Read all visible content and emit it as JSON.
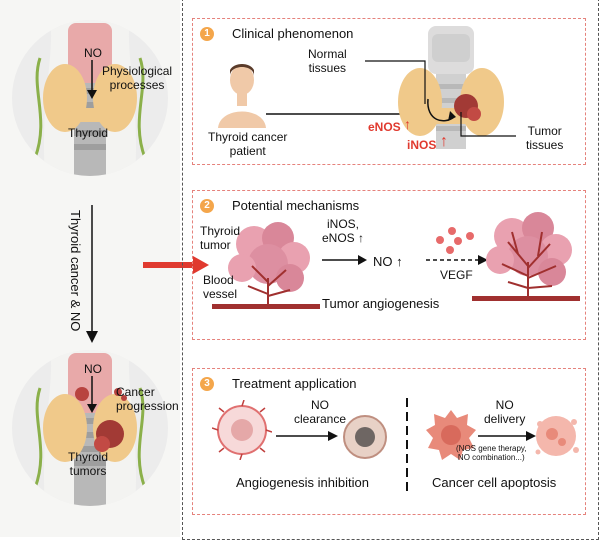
{
  "left": {
    "top_circle": {
      "no": "NO",
      "processes": "Physiological\nprocesses",
      "organ": "Thyroid"
    },
    "flow_label": "Thyroid cancer & NO",
    "bottom_circle": {
      "no": "NO",
      "progression": "Cancer\nprogression",
      "organ": "Thyroid\ntumors"
    }
  },
  "panel1": {
    "number": "1",
    "title": "Clinical phenomenon",
    "patient": "Thyroid cancer\npatient",
    "normal": "Normal\ntissues",
    "enos": "eNOS",
    "inos": "iNOS",
    "tumor": "Tumor\ntissues"
  },
  "panel2": {
    "number": "2",
    "title": "Potential mechanisms",
    "thyroid_tumor": "Thyroid\ntumor",
    "blood_vessel": "Blood\nvessel",
    "enzymes": "iNOS,\neNOS ↑",
    "no_up": "NO ↑",
    "vegf": "VEGF",
    "caption": "Tumor angiogenesis"
  },
  "panel3": {
    "number": "3",
    "title": "Treatment application",
    "clearance": "NO\nclearance",
    "inhibition": "Angiogenesis inhibition",
    "delivery": "NO\ndelivery",
    "delivery_note": "(NOS gene therapy,\nNO combination...)",
    "apoptosis": "Cancer cell apoptosis"
  }
}
